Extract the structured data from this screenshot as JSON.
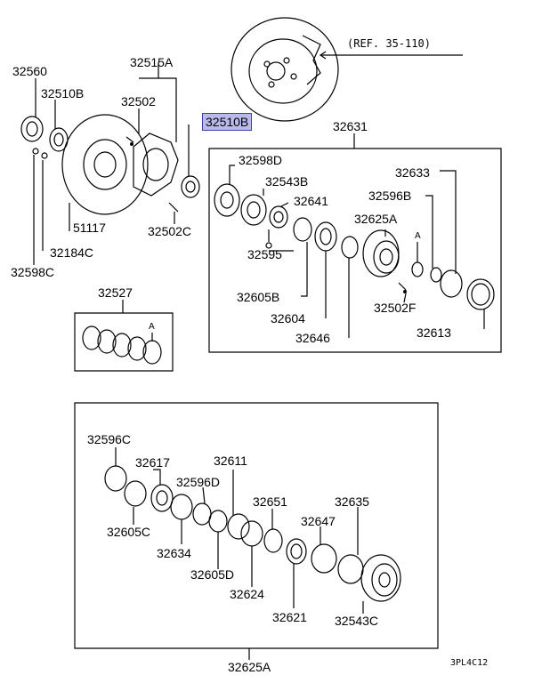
{
  "diagram": {
    "reference_label": "(REF. 35-110)",
    "diagram_code": "3PL4C12",
    "marker_label": "A",
    "highlighted_part": "32510B",
    "parts": {
      "p32560": "32560",
      "p32510B_a": "32510B",
      "p32502": "32502",
      "p32515A": "32515A",
      "p32510B_b": "32510B",
      "p32631": "32631",
      "p51117": "51117",
      "p32184C": "32184C",
      "p32598C": "32598C",
      "p32502C": "32502C",
      "p32598D": "32598D",
      "p32543B": "32543B",
      "p32641": "32641",
      "p32633": "32633",
      "p32596B": "32596B",
      "p32625A_top": "32625A",
      "p32595": "32595",
      "p32605B": "32605B",
      "p32604": "32604",
      "p32646": "32646",
      "p32502F": "32502F",
      "p32613": "32613",
      "p32527": "32527",
      "p32596C": "32596C",
      "p32617": "32617",
      "p32611": "32611",
      "p32596D": "32596D",
      "p32651": "32651",
      "p32635": "32635",
      "p32647": "32647",
      "p32605C": "32605C",
      "p32634": "32634",
      "p32605D": "32605D",
      "p32624": "32624",
      "p32621": "32621",
      "p32543C": "32543C",
      "p32625A_bottom": "32625A"
    }
  }
}
